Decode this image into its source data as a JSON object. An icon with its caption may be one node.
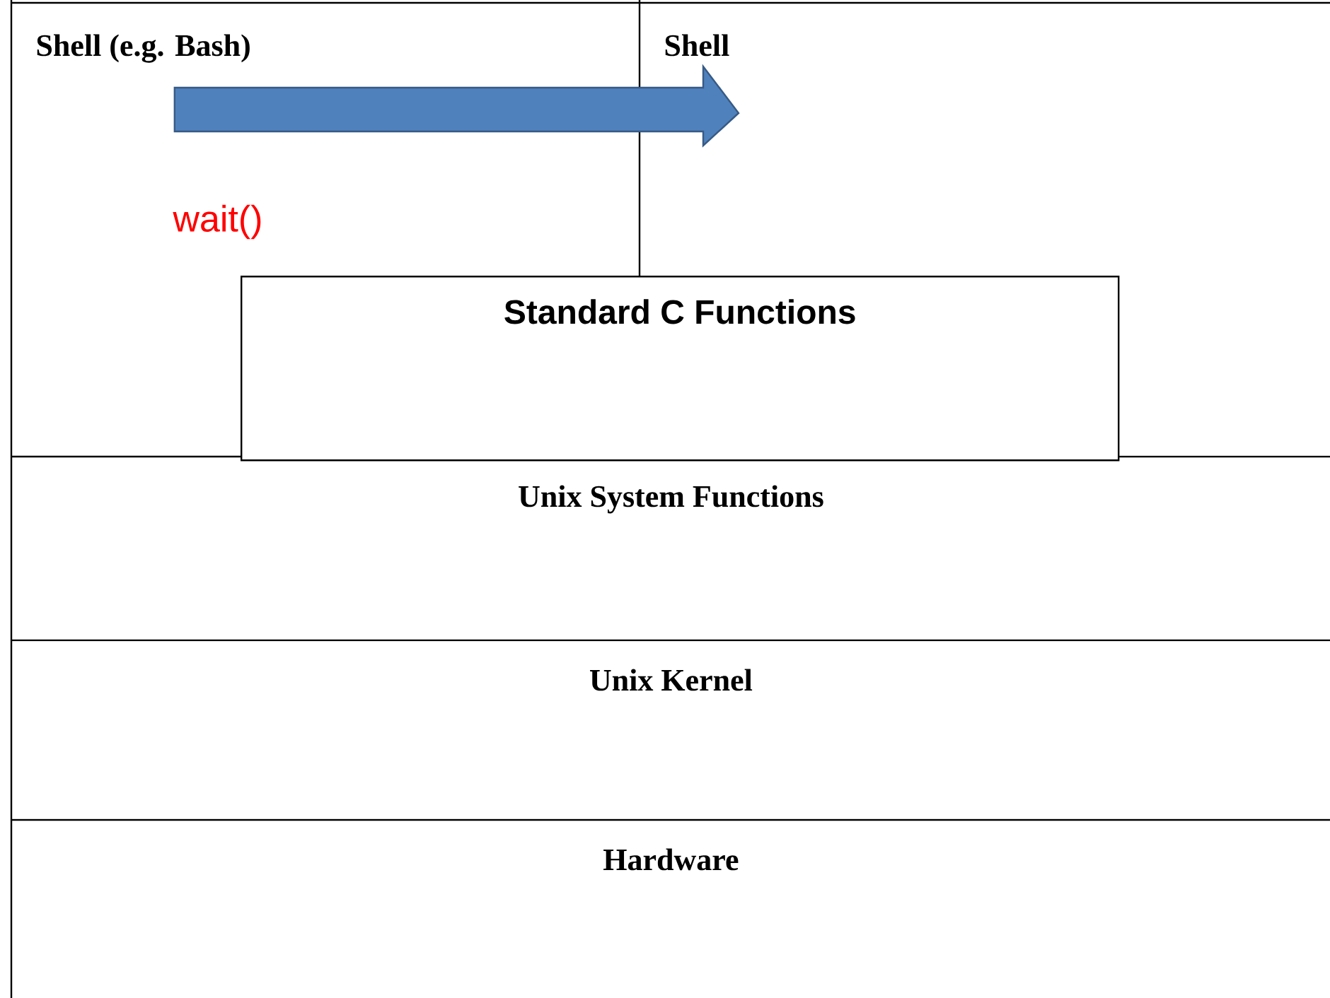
{
  "diagram": {
    "nodes": [
      {
        "text": [
          "Shell (e.g. Bash)"
        ]
      },
      {
        "text": [
          "Shell"
        ]
      },
      {
        "text": [
          "Standard C Functions"
        ]
      },
      {
        "text": [
          "Unix System Functions"
        ]
      },
      {
        "text": [
          "Unix Kernel"
        ]
      },
      {
        "text": [
          "Hardware"
        ]
      }
    ],
    "edges": [
      {
        "from": 0,
        "to": 1,
        "arrow": "to"
      }
    ],
    "labels": [
      "wait()"
    ]
  }
}
